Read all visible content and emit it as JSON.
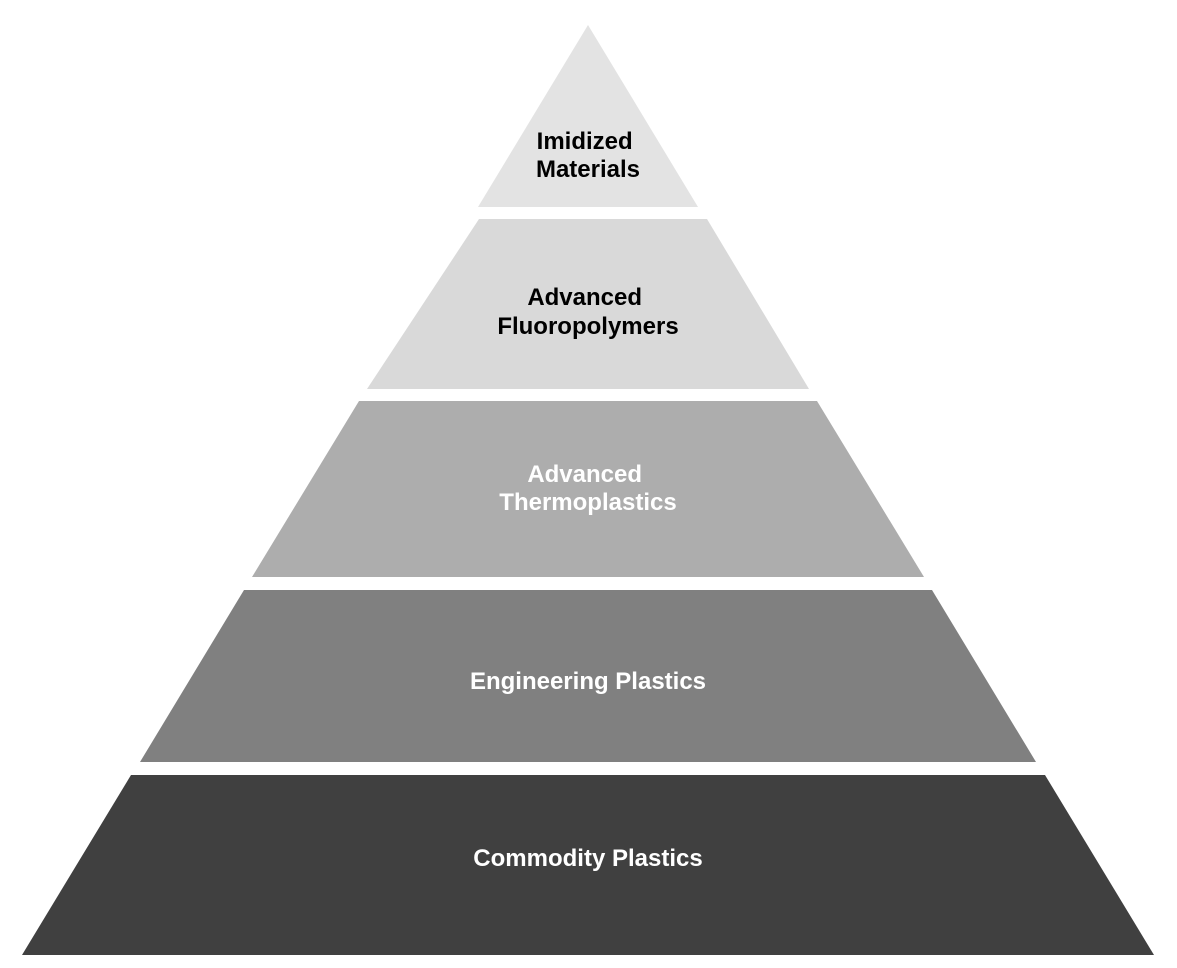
{
  "diagram": {
    "type": "pyramid",
    "tiers": [
      {
        "id": "imidized-materials",
        "lines": [
          "Imidized",
          "Materials"
        ],
        "fill": "#e3e3e3",
        "text_color": "#000000"
      },
      {
        "id": "advanced-fluoropolymers",
        "lines": [
          "Advanced",
          "Fluoropolymers"
        ],
        "fill": "#d9d9d9",
        "text_color": "#000000"
      },
      {
        "id": "advanced-thermoplastics",
        "lines": [
          "Advanced",
          "Thermoplastics"
        ],
        "fill": "#adadad",
        "text_color": "#ffffff"
      },
      {
        "id": "engineering-plastics",
        "lines": [
          "Engineering Plastics"
        ],
        "fill": "#808080",
        "text_color": "#ffffff"
      },
      {
        "id": "commodity-plastics",
        "lines": [
          "Commodity Plastics"
        ],
        "fill": "#404040",
        "text_color": "#ffffff"
      }
    ]
  }
}
